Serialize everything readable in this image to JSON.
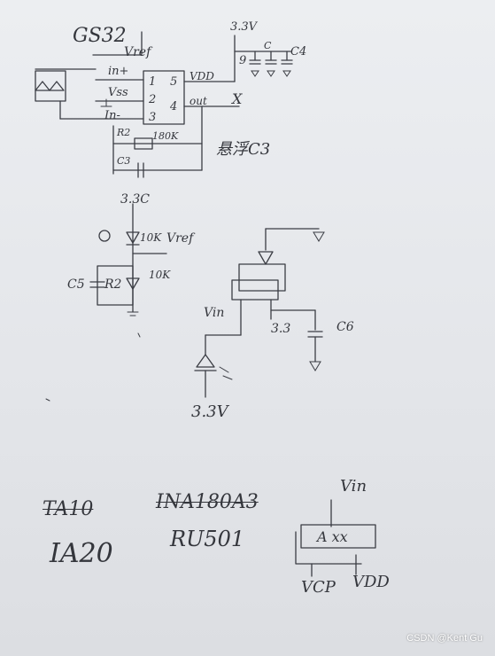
{
  "schematic_top": {
    "chip": "GS32",
    "supply_rail": "3.3V",
    "pins": {
      "p1": "1",
      "p2": "2",
      "p3": "3",
      "p4": "4",
      "p5": "5"
    },
    "labels": {
      "vref": "Vref",
      "in_plus": "in+",
      "vss": "Vss",
      "in_minus": "In-",
      "vdd": "VDD",
      "out": "out",
      "x_mark": "X",
      "cap_9": "9",
      "cap_c": "C",
      "cap_c4": "C4",
      "r2": "R2",
      "r2_value": "180K",
      "c3": "C3",
      "note_c3": "悬浮C3"
    }
  },
  "schematic_divider": {
    "top_label": "3.3C",
    "r1_value": "10K",
    "vref": "Vref",
    "c5": "C5",
    "r2": "R2",
    "r2_value": "10K"
  },
  "schematic_regulator": {
    "vin": "Vin",
    "out_33": "3.3",
    "c6": "C6",
    "bottom_label": "3.3V"
  },
  "notes": {
    "struck_1": "TA10",
    "struck_2": "INA180A3",
    "part_1": "IA20",
    "part_2": "RU501"
  },
  "schematic_ldo": {
    "vin": "Vin",
    "chip": "A xx",
    "vcp": "VCP",
    "vdd": "VDD"
  },
  "watermark": "CSDN @Kent Gu"
}
